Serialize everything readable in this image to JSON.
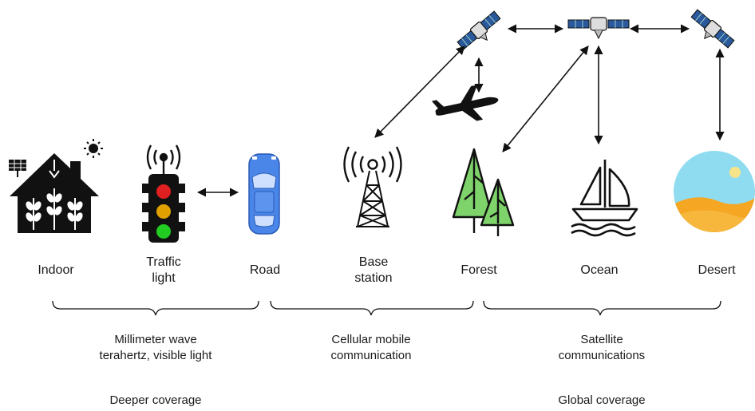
{
  "scene_labels": {
    "indoor": "Indoor",
    "traffic_light_line1": "Traffic",
    "traffic_light_line2": "light",
    "road": "Road",
    "base_station_line1": "Base",
    "base_station_line2": "station",
    "forest": "Forest",
    "ocean": "Ocean",
    "desert": "Desert"
  },
  "groups": {
    "mmwave_line1": "Millimeter wave",
    "mmwave_line2": "terahertz, visible light",
    "cellular_line1": "Cellular mobile",
    "cellular_line2": "communication",
    "satellite_line1": "Satellite",
    "satellite_line2": "communications"
  },
  "coverage": {
    "deeper": "Deeper coverage",
    "global": "Global coverage"
  },
  "icons": [
    "solar-panel-icon",
    "sun-icon",
    "smart-house-icon",
    "signal-icon",
    "traffic-light-icon",
    "car-icon",
    "cell-tower-icon",
    "tree-icon",
    "sailboat-icon",
    "desert-icon",
    "satellite-icon",
    "airplane-icon"
  ],
  "colors": {
    "stroke": "#111111",
    "traffic_red": "#e02020",
    "traffic_yellow": "#e0a000",
    "traffic_green": "#22cc22",
    "car_blue": "#4a86e8",
    "tree_green": "#7ed36a",
    "desert_sky": "#8fdcf0",
    "desert_sand": "#f5a623",
    "sun_yellow": "#f7e48a"
  }
}
